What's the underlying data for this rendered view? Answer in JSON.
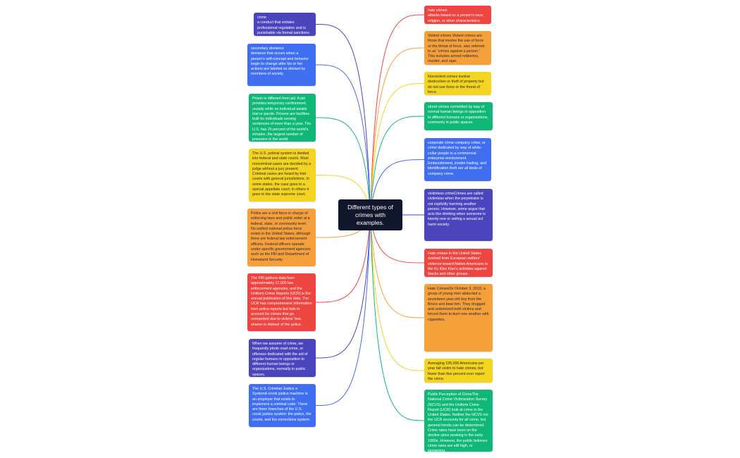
{
  "center": {
    "title": "Different types of crimes with examples."
  },
  "colors": {
    "indigo": "#4a44bd",
    "blue": "#3f6ef0",
    "green": "#0fb877",
    "yellow": "#f4d41f",
    "orange": "#f6a03c",
    "red": "#ef4541",
    "center": "#10162b"
  },
  "left_nodes": [
    {
      "color": "indigo",
      "text": "crime\na conduct that violates professional regulation and is punishable via formal sanctions"
    },
    {
      "color": "blue",
      "text": "secondary deviance\ndeviance that occurs when a person’s self-concept and behavior begin to change after his or her actions are labeled as deviant by members of society"
    },
    {
      "color": "green",
      "text": "Prison is different from jail. A jail provides temporary confinement, usually while an individual awaits trial or parole. Prisons are facilities built for individuals serving sentences of more than a year. The U.S. has 25 percent of the world’s inmates, the largest number of prisoners in the world."
    },
    {
      "color": "yellow",
      "text": "The U.S. judicial system is divided into federal and state courts. Most noncriminal cases are decided by a judge without a jury present. Criminal cases are heard by trial courts with general jurisdictions. In some states, the case goes to a special appellate court; in others it goes to the state supreme court."
    },
    {
      "color": "orange",
      "text": "Police are a civil force in charge of enforcing laws and public order at a federal, state, or community level. No unified national police force exists in the United States, although there are federal law enforcement officers. Federal officers operate under specific government agencies such as the FBI and Department of Homeland Security."
    },
    {
      "color": "red",
      "text": "The FBI gathers data from approximately 17,000 law enforcement agencies, and the Uniform Crime Reports (UCR) is the annual publication of this data. The UCR has comprehensive information from police reports but fails to account for crimes that go unreported due to victims’ fear, shame or distrust of the police."
    },
    {
      "color": "indigo",
      "text": "When we assume of crime, we frequently photo road crime, or offenses dedicated with the aid of regular humans in opposition to different human beings or organizations, normally in public spaces."
    },
    {
      "color": "blue",
      "text": "The U.S. Criminal Justice e SystemA crook justice machine is an employer that exists to implement a criminal code. There are three branches of the U.S. crook justice system: the police, the courts, and the corrections system."
    }
  ],
  "right_nodes": [
    {
      "color": "red",
      "text": "hate crimes\nattacks based on a person’s race, religion, or other characteristics"
    },
    {
      "color": "orange",
      "text": "Violent crimes Violent crimes are those that involve the use of force or the threat of force, also referred to as “crimes against a person.” This includes armed robberies, murder, and rape."
    },
    {
      "color": "yellow",
      "text": "Nonviolent crimes involve destruction or theft of property but do not use force or the threat of force."
    },
    {
      "color": "green",
      "text": "street crimes committed by way of normal human beings in opposition to different humans or organizations, commonly in public spaces."
    },
    {
      "color": "blue",
      "text": "corporate crime company crime, or crime dedicated by way of white-collar people in a commercial enterprise environment. Embezzlement, insider trading, and identification theft are all kinds of company crime."
    },
    {
      "color": "indigo",
      "text": "victimless crimeCrimes are called victimless when the perpetrator is not explicitly harming another person. However, some argue that acts like drinking when someone is twenty-one or selling a sexual act harm society."
    },
    {
      "color": "red",
      "text": "Hate crimes in the United States evolved from European settlers’ violence toward Native Americans to the Ku Klux Klan’s activities against blacks and other groups."
    },
    {
      "color": "orange",
      "text": "Hate CrimesOn October 3, 2010, a group of young men abducted a seventeen-year-old boy from the Bronx and beat him. They drugged and sodomized both victims and forced them to burn one another with cigarettes."
    },
    {
      "color": "yellow",
      "text": "Averaging 195,000 Americans per year fall victim to hate crimes, but fewer than five percent ever report the crime."
    },
    {
      "color": "green",
      "text": "Public Perception of CrimeThe National Crime Victimization Survey (NCVS) and the Uniform Crime Report (UCR) look at crime in the United States. Neither the NCVS nor the UCR accounts for all crime, but general trends can be determined. Crime rates have been on the decline since peaking in the early 1990s. However, the public believes crime rates are still high, or worsening."
    }
  ]
}
